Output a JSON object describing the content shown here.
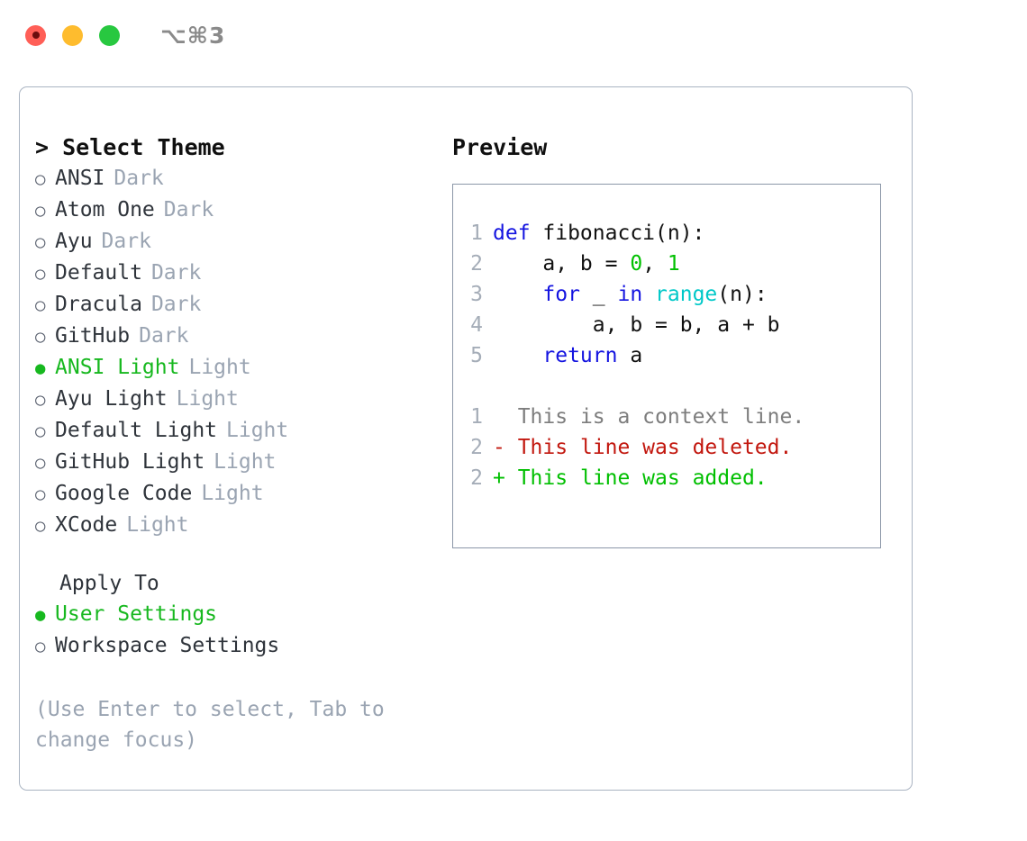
{
  "titlebar": {
    "shortcut": "⌥⌘3",
    "lights": [
      {
        "name": "close",
        "color": "#ff5f57"
      },
      {
        "name": "minimize",
        "color": "#febc2e"
      },
      {
        "name": "maximize",
        "color": "#28c840"
      }
    ]
  },
  "left": {
    "title": "> Select Theme",
    "themes": [
      {
        "bullet": "○",
        "label": "ANSI",
        "tag": "Dark",
        "selected": false
      },
      {
        "bullet": "○",
        "label": "Atom One",
        "tag": "Dark",
        "selected": false
      },
      {
        "bullet": "○",
        "label": "Ayu",
        "tag": "Dark",
        "selected": false
      },
      {
        "bullet": "○",
        "label": "Default",
        "tag": "Dark",
        "selected": false
      },
      {
        "bullet": "○",
        "label": "Dracula",
        "tag": "Dark",
        "selected": false
      },
      {
        "bullet": "○",
        "label": "GitHub",
        "tag": "Dark",
        "selected": false
      },
      {
        "bullet": "●",
        "label": "ANSI Light",
        "tag": "Light",
        "selected": true
      },
      {
        "bullet": "○",
        "label": "Ayu Light",
        "tag": "Light",
        "selected": false
      },
      {
        "bullet": "○",
        "label": "Default Light",
        "tag": "Light",
        "selected": false
      },
      {
        "bullet": "○",
        "label": "GitHub Light",
        "tag": "Light",
        "selected": false
      },
      {
        "bullet": "○",
        "label": "Google Code",
        "tag": "Light",
        "selected": false
      },
      {
        "bullet": "○",
        "label": "XCode",
        "tag": "Light",
        "selected": false
      }
    ],
    "apply_to_heading": "Apply To",
    "apply_to": [
      {
        "bullet": "●",
        "label": "User Settings",
        "selected": true
      },
      {
        "bullet": "○",
        "label": "Workspace Settings",
        "selected": false
      }
    ],
    "hint": "(Use Enter to select, Tab to change focus)"
  },
  "right": {
    "title": "Preview",
    "code": [
      {
        "num": "1",
        "tokens": [
          {
            "t": "def",
            "k": "kw"
          },
          {
            "t": " fibonacci(n):",
            "k": "plain"
          }
        ]
      },
      {
        "num": "2",
        "tokens": [
          {
            "t": "    a, b = ",
            "k": "plain"
          },
          {
            "t": "0",
            "k": "num"
          },
          {
            "t": ", ",
            "k": "plain"
          },
          {
            "t": "1",
            "k": "num"
          }
        ]
      },
      {
        "num": "3",
        "tokens": [
          {
            "t": "    ",
            "k": "plain"
          },
          {
            "t": "for",
            "k": "kw"
          },
          {
            "t": " _ ",
            "k": "plain"
          },
          {
            "t": "in",
            "k": "kw"
          },
          {
            "t": " ",
            "k": "plain"
          },
          {
            "t": "range",
            "k": "fn"
          },
          {
            "t": "(n):",
            "k": "plain"
          }
        ]
      },
      {
        "num": "4",
        "tokens": [
          {
            "t": "        a, b = b, a + b",
            "k": "plain"
          }
        ]
      },
      {
        "num": "5",
        "tokens": [
          {
            "t": "    ",
            "k": "plain"
          },
          {
            "t": "return",
            "k": "kw"
          },
          {
            "t": " a",
            "k": "plain"
          }
        ]
      }
    ],
    "diff": [
      {
        "num": "1",
        "marker": " ",
        "text": " This is a context line.",
        "kind": "ctx"
      },
      {
        "num": "2",
        "marker": "-",
        "text": " This line was deleted.",
        "kind": "del"
      },
      {
        "num": "2",
        "marker": "+",
        "text": " This line was added.",
        "kind": "add"
      }
    ]
  },
  "colors": {
    "accent_green": "#17b81f",
    "tag_gray": "#9aa4b2",
    "keyword_blue": "#1414e0",
    "function_cyan": "#00c8c8",
    "number_green": "#00c000",
    "diff_delete_red": "#c2170e",
    "diff_add_green": "#00bf00",
    "border_gray": "#8b97a8"
  }
}
